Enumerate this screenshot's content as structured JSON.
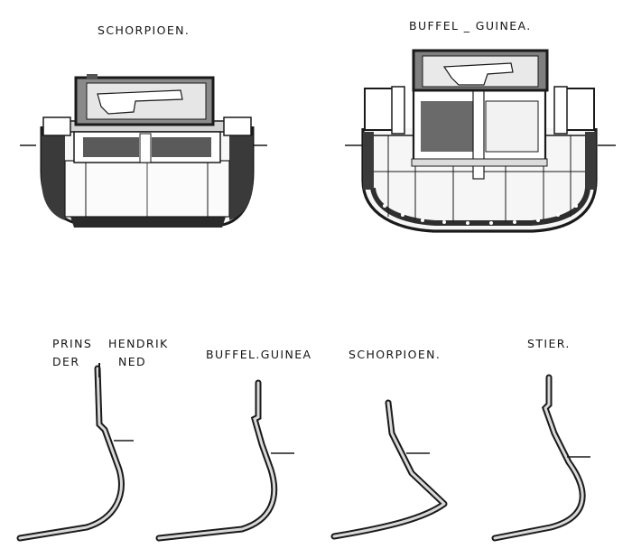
{
  "figure": {
    "upper_sections": [
      {
        "title": "SCHORPIOEN."
      },
      {
        "title": "BUFFEL _ GUINEA."
      }
    ],
    "hull_profiles": [
      {
        "title_line1": "PRINS",
        "title_line2": "DER",
        "title_col2_line1": "HENDRIK",
        "title_col2_line2": "NED"
      },
      {
        "title_line1": "BUFFEL.GUINEA"
      },
      {
        "title_line1": "SCHORPIOEN."
      },
      {
        "title_line1": "STIER."
      }
    ],
    "colors": {
      "ink": "#1a1a1a",
      "paper": "#ffffff",
      "shade": "#7a7a7a",
      "light": "#d9d9d9"
    }
  }
}
